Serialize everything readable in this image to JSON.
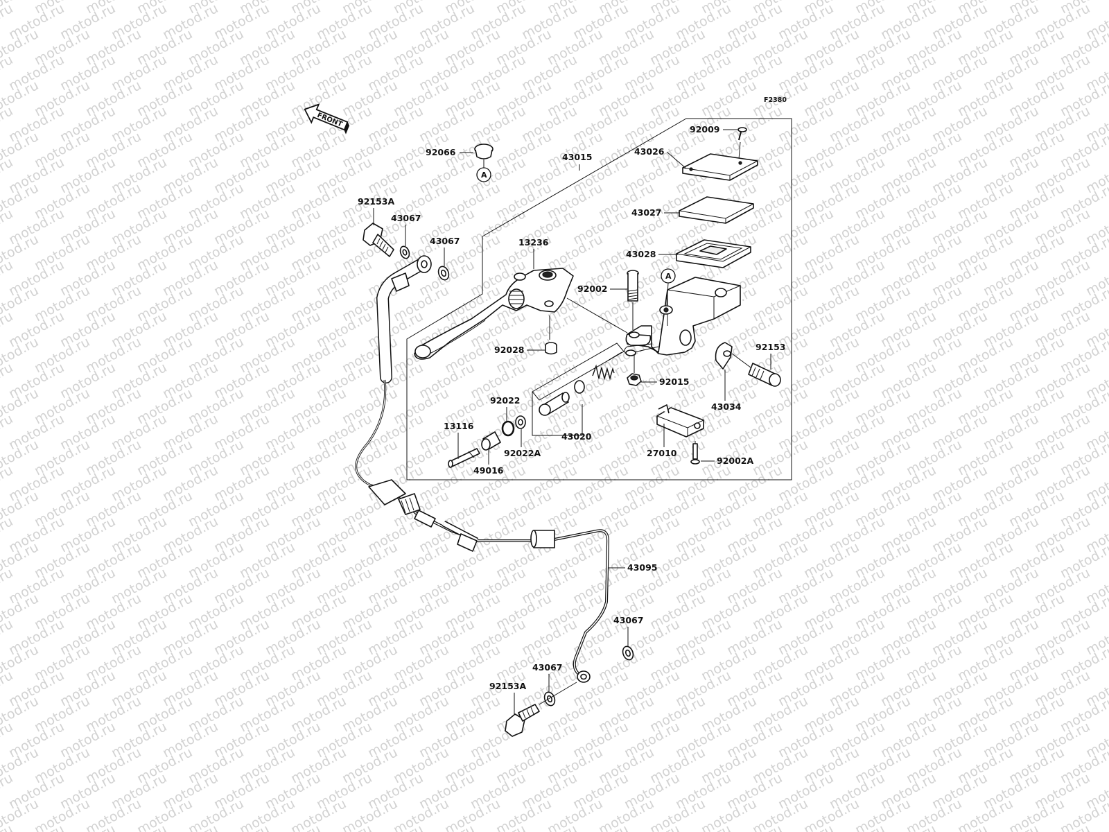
{
  "diagram": {
    "code": "F2380",
    "front_label": "FRONT",
    "watermark": "motod.ru",
    "callout_letter": "A",
    "parts": [
      {
        "id": "p92066",
        "label": "92066"
      },
      {
        "id": "p43015",
        "label": "43015"
      },
      {
        "id": "p92009",
        "label": "92009"
      },
      {
        "id": "p43026",
        "label": "43026"
      },
      {
        "id": "p43027",
        "label": "43027"
      },
      {
        "id": "p43028",
        "label": "43028"
      },
      {
        "id": "p92153A_top",
        "label": "92153A"
      },
      {
        "id": "p43067_a",
        "label": "43067"
      },
      {
        "id": "p43067_b",
        "label": "43067"
      },
      {
        "id": "p13236",
        "label": "13236"
      },
      {
        "id": "p92002",
        "label": "92002"
      },
      {
        "id": "p92028",
        "label": "92028"
      },
      {
        "id": "p92153",
        "label": "92153"
      },
      {
        "id": "p92015",
        "label": "92015"
      },
      {
        "id": "p43034",
        "label": "43034"
      },
      {
        "id": "p92022",
        "label": "92022"
      },
      {
        "id": "p13116",
        "label": "13116"
      },
      {
        "id": "p92022A",
        "label": "92022A"
      },
      {
        "id": "p43020",
        "label": "43020"
      },
      {
        "id": "p49016",
        "label": "49016"
      },
      {
        "id": "p27010",
        "label": "27010"
      },
      {
        "id": "p92002A",
        "label": "92002A"
      },
      {
        "id": "p43095",
        "label": "43095"
      },
      {
        "id": "p43067_c",
        "label": "43067"
      },
      {
        "id": "p43067_d",
        "label": "43067"
      },
      {
        "id": "p92153A_bot",
        "label": "92153A"
      }
    ]
  }
}
